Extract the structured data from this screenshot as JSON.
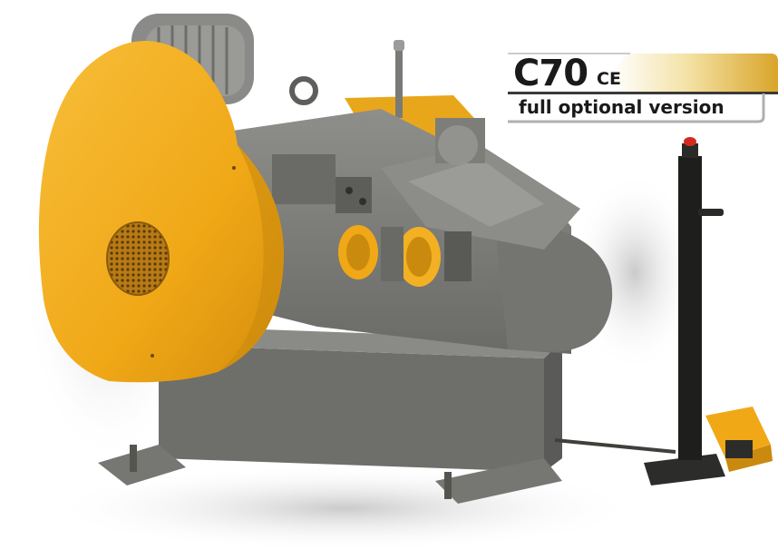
{
  "badge": {
    "model": "C70",
    "mark": "CE",
    "subtitle": "full optional version"
  },
  "colors": {
    "guard_yellow": "#f2ad1c",
    "body_gray": "#7d7d7a",
    "dark_gray": "#4f4f4d",
    "badge_gold": "#e3b23a"
  },
  "icons": [
    "fan-grille-icon",
    "emergency-stop-icon",
    "foot-pedal-icon"
  ]
}
